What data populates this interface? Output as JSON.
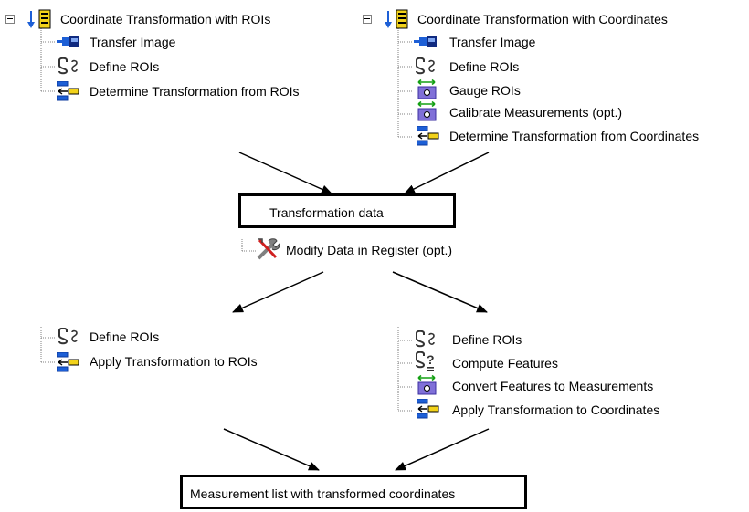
{
  "left_tree": {
    "root_label": "Coordinate Transformation with ROIs",
    "items": [
      {
        "label": "Transfer Image",
        "icon": "camera-icon"
      },
      {
        "label": "Define ROIs",
        "icon": "define-rois-icon"
      },
      {
        "label": "Determine Transformation from ROIs",
        "icon": "transform-icon"
      }
    ]
  },
  "right_tree": {
    "root_label": "Coordinate Transformation with Coordinates",
    "items": [
      {
        "label": "Transfer Image",
        "icon": "camera-icon"
      },
      {
        "label": "Define ROIs",
        "icon": "define-rois-icon"
      },
      {
        "label": "Gauge ROIs",
        "icon": "gauge-icon"
      },
      {
        "label": "Calibrate Measurements (opt.)",
        "icon": "gauge-icon"
      },
      {
        "label": "Determine Transformation from Coordinates",
        "icon": "transform-icon"
      }
    ]
  },
  "transformation_box": "Transformation data",
  "modify_item": {
    "label": "Modify Data in Register (opt.)",
    "icon": "tools-icon"
  },
  "bottom_left": {
    "items": [
      {
        "label": "Define ROIs",
        "icon": "define-rois-icon"
      },
      {
        "label": "Apply Transformation to ROIs",
        "icon": "transform-icon"
      }
    ]
  },
  "bottom_right": {
    "items": [
      {
        "label": "Define ROIs",
        "icon": "define-rois-icon"
      },
      {
        "label": "Compute Features",
        "icon": "compute-features-icon"
      },
      {
        "label": "Convert Features to Measurements",
        "icon": "gauge-icon"
      },
      {
        "label": "Apply Transformation to Coordinates",
        "icon": "transform-icon"
      }
    ]
  },
  "result_box": "Measurement list with transformed coordinates",
  "colors": {
    "icon_blue": "#1d5fd6",
    "icon_yellow": "#f2d21a",
    "icon_green": "#14a014",
    "icon_purple": "#8070d8",
    "tree_dots": "#808080"
  }
}
